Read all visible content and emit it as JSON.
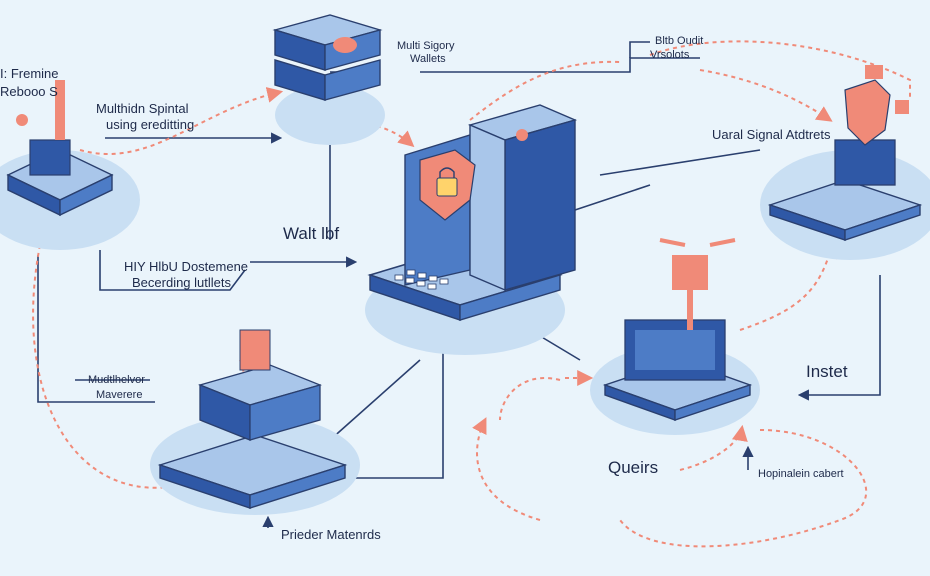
{
  "labels": {
    "top_left_1": "I: Fremine",
    "top_left_2": "Rebooo S",
    "multisign_1": "Multhidn Spintal",
    "multisign_2": "using ereditting",
    "top_center_1": "Multi Sigory",
    "top_center_2": "Wallets",
    "top_right_1": "Bltb Oudit",
    "top_right_2": "Vrsolots",
    "right_mid": "Uaral Signal Atdtrets",
    "center_left": "Walt lbf",
    "left_mid_1": "HIY HlbU Dostemene",
    "left_mid_2": "Becerding lutllets",
    "bottom_left_1": "Mudtlhelvor",
    "bottom_left_2": "Maverere",
    "bottom_center": "Prieder Matenrds",
    "bottom_right_mid": "Queirs",
    "bottom_right": "Hopinalein cabert",
    "right_lower": "Instet"
  },
  "colors": {
    "background": "#eaf4fb",
    "platform": "#c9dff3",
    "device_dark": "#2f58a6",
    "device_mid": "#4d7cc6",
    "device_light": "#a9c6ea",
    "accent": "#f08a78",
    "line": "#2a3f6e"
  },
  "icons": [
    "server-icon",
    "padlock-shield-icon",
    "laptop-icon",
    "router-icon",
    "shield-icon",
    "stacked-server-icon",
    "key-icon"
  ]
}
